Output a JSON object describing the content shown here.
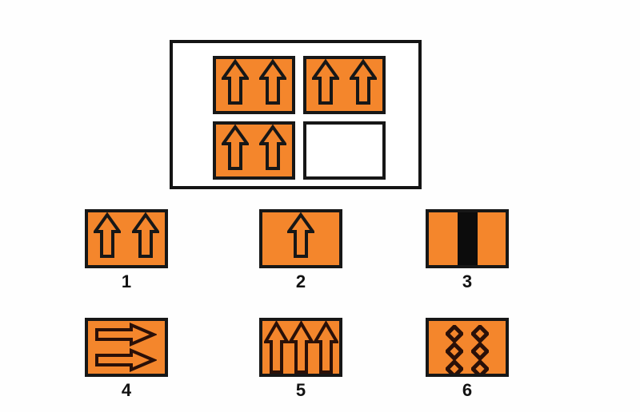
{
  "puzzle": {
    "type": "visual-analogy-matrix",
    "title": "",
    "colors": {
      "fill": "#F4862C",
      "stroke": "#171717",
      "page_background": "#FEFEFE",
      "blank_cell": "#FFFFFF",
      "bar": "#0C0C0C"
    },
    "matrix": {
      "rows": 2,
      "columns": 2,
      "cells": [
        {
          "position": "top-left",
          "content": "two-up-arrows",
          "arrow_count": 2,
          "blank": false
        },
        {
          "position": "top-right",
          "content": "two-up-arrows",
          "arrow_count": 2,
          "blank": false
        },
        {
          "position": "bottom-left",
          "content": "two-up-arrows",
          "arrow_count": 2,
          "blank": false
        },
        {
          "position": "bottom-right",
          "content": "blank",
          "arrow_count": 0,
          "blank": true
        }
      ]
    },
    "options": [
      {
        "number": "1",
        "label": "1",
        "content": "two-up-arrows",
        "arrow_count": 2,
        "direction": "up"
      },
      {
        "number": "2",
        "label": "2",
        "content": "one-up-arrow",
        "arrow_count": 1,
        "direction": "up"
      },
      {
        "number": "3",
        "label": "3",
        "content": "vertical-black-bar",
        "arrow_count": 0,
        "direction": "none"
      },
      {
        "number": "4",
        "label": "4",
        "content": "two-right-arrows",
        "arrow_count": 2,
        "direction": "right"
      },
      {
        "number": "5",
        "label": "5",
        "content": "three-up-arrows",
        "arrow_count": 3,
        "direction": "up"
      },
      {
        "number": "6",
        "label": "6",
        "content": "six-diamonds",
        "arrow_count": 0,
        "direction": "none"
      }
    ]
  }
}
